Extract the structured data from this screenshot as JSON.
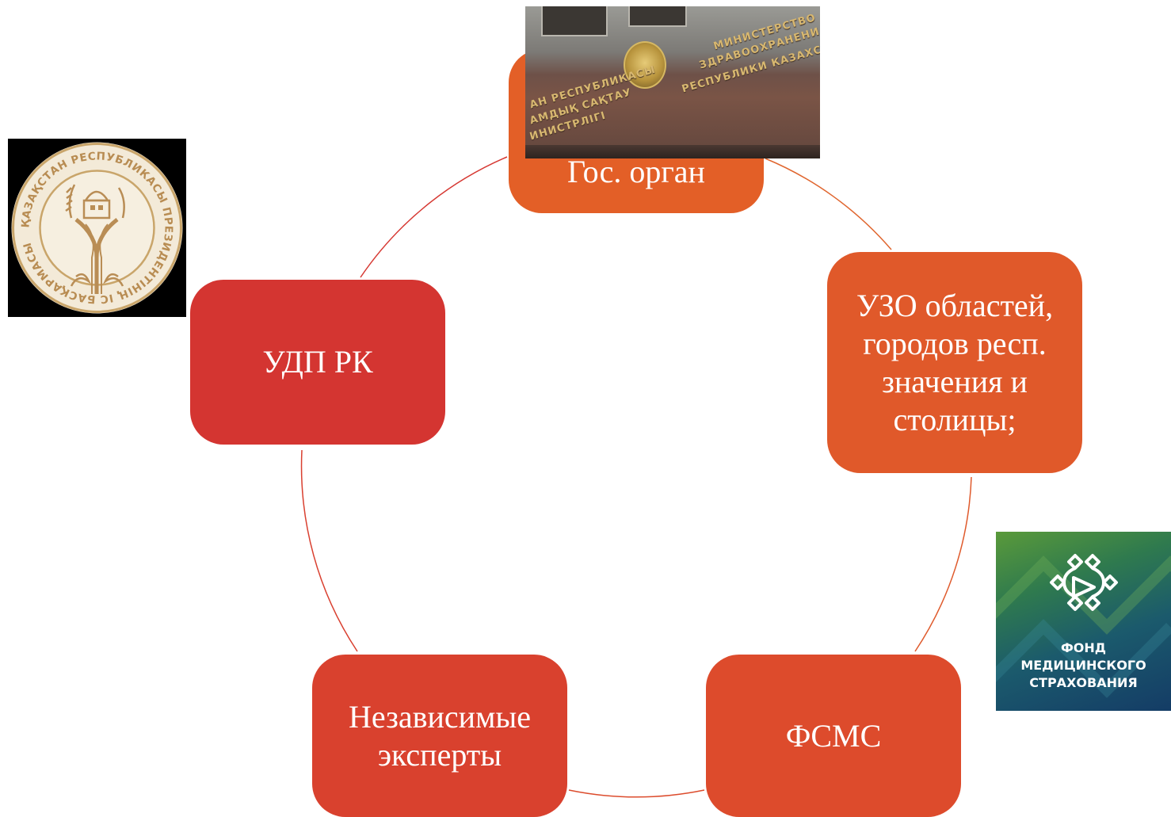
{
  "diagram": {
    "type": "cycle",
    "nodes": [
      {
        "id": "gov",
        "label": "Гос. орган",
        "color": "#e35f27"
      },
      {
        "id": "uzo",
        "label": "УЗО областей, городов респ. значения и столицы;",
        "color": "#e0592a"
      },
      {
        "id": "fsms",
        "label": "ФСМС",
        "color": "#dd4b2c"
      },
      {
        "id": "experts",
        "label": "Независимые эксперты",
        "color": "#d9412e"
      },
      {
        "id": "udp",
        "label": "УДП РК",
        "color": "#d43531"
      }
    ],
    "connector_colors": [
      "#e0662f",
      "#df5a2c",
      "#dc4c2d",
      "#d94030",
      "#d63832"
    ]
  },
  "images": {
    "ministry_photo": {
      "icon": "ministry-building-photo",
      "facade_text_left": [
        "АН РЕСПУБЛИКАСЫ",
        "АМДЫҚ САҚТАУ",
        "ИНИСТРЛІГІ"
      ],
      "facade_text_right": [
        "МИНИСТЕРСТВО",
        "ЗДРАВООХРАНЕНИ",
        "РЕСПУБЛИКИ КАЗАХС"
      ]
    },
    "presidential_seal": {
      "icon": "presidential-administration-seal-icon",
      "ring_text": "ҚАЗАҚСТАН РЕСПУБЛИКАСЫ ПРЕЗИДЕНТІНІҢ ІС БАСҚАРМАСЫ",
      "colors": {
        "background": "#000000",
        "gold": "#c9a56a",
        "cream": "#f3ead8"
      }
    },
    "fund_logo": {
      "icon": "health-insurance-fund-logo-icon",
      "text_lines": [
        "ФОНД",
        "МЕДИЦИНСКОГО",
        "СТРАХОВАНИЯ"
      ]
    }
  }
}
